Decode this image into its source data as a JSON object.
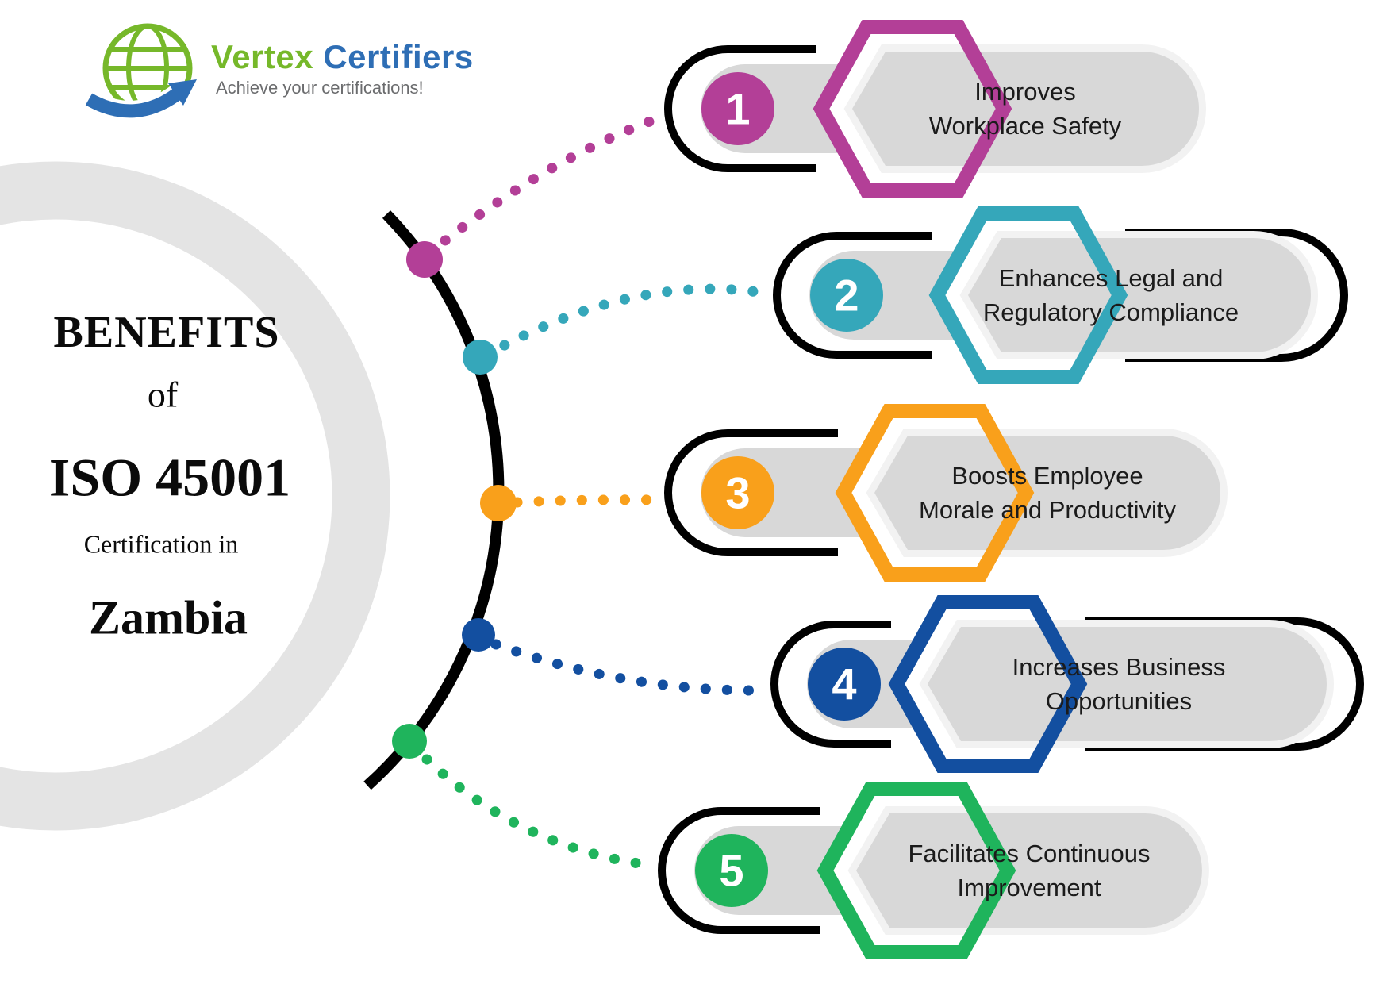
{
  "logo": {
    "brand_primary": "Vertex",
    "brand_secondary": "Certifiers",
    "tagline": "Achieve your certifications!"
  },
  "title": {
    "line1": "BENEFITS",
    "line2": "of",
    "line3": "ISO 45001",
    "line4": "Certification in",
    "line5": "Zambia"
  },
  "benefits": {
    "items": [
      {
        "number": "1",
        "line1": "Improves",
        "line2": "Workplace Safety",
        "color": "#b33f97"
      },
      {
        "number": "2",
        "line1": "Enhances Legal and",
        "line2": "Regulatory Compliance",
        "color": "#35a7ba"
      },
      {
        "number": "3",
        "line1": "Boosts Employee",
        "line2": "Morale and Productivity",
        "color": "#f9a01b"
      },
      {
        "number": "4",
        "line1": "Increases Business",
        "line2": "Opportunities",
        "color": "#134fa0"
      },
      {
        "number": "5",
        "line1": "Facilitates Continuous",
        "line2": "Improvement",
        "color": "#1fb45c"
      }
    ]
  },
  "colors": {
    "magenta": "#b33f97",
    "teal": "#35a7ba",
    "orange": "#f9a01b",
    "blue": "#134fa0",
    "green": "#1fb45c",
    "capsule_gray": "#d8d8d8",
    "capsule_shadow": "#f2f2f2",
    "ring_gray": "#e4e4e4",
    "logo_green": "#76b82a",
    "logo_blue": "#2e6eb5",
    "text_black": "#1b1b1b"
  }
}
